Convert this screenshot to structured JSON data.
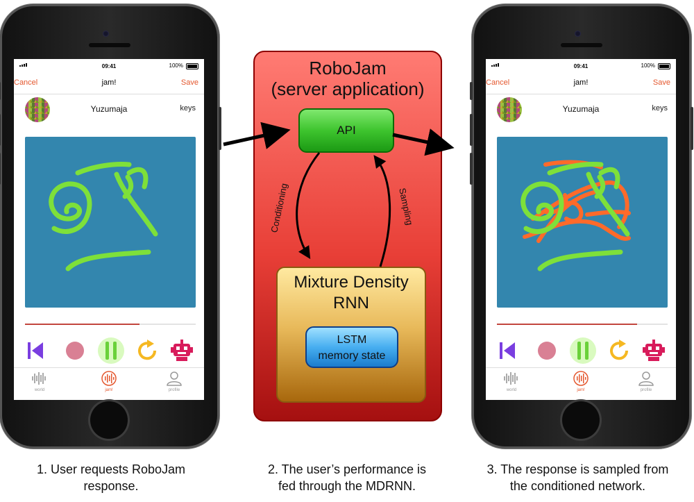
{
  "server": {
    "title_line1": "RoboJam",
    "title_line2": "(server application)",
    "api_label": "API",
    "mdrnn_line1": "Mixture Density",
    "mdrnn_line2": "RNN",
    "lstm_line1": "LSTM",
    "lstm_line2": "memory state",
    "conditioning_label": "Conditioning",
    "sampling_label": "Sampling"
  },
  "phone_left": {
    "time": "09:41",
    "battery": "100%",
    "cancel": "Cancel",
    "title": "jam!",
    "save": "Save",
    "username": "Yuzumaja",
    "instrument": "keys",
    "progress": 0.67,
    "tabs": [
      "world",
      "jam!",
      "profile"
    ]
  },
  "phone_right": {
    "time": "09:41",
    "battery": "100%",
    "cancel": "Cancel",
    "title": "jam!",
    "save": "Save",
    "username": "Yuzumaja",
    "instrument": "keys",
    "progress": 0.82,
    "tabs": [
      "world",
      "jam!",
      "profile"
    ]
  },
  "captions": {
    "step1_line1": "1. User requests RoboJam",
    "step1_line2": "response.",
    "step2_line1": "2. The user’s performance is",
    "step2_line2": "fed through the MDRNN.",
    "step3_line1": "3. The response is sampled from",
    "step3_line2": "the conditioned network."
  },
  "colors": {
    "accent": "#e4572e",
    "canvas_bg": "#3386ae",
    "user_stroke": "#7ee03a",
    "response_stroke": "#ff6a2a",
    "progress": "#c2453d"
  },
  "icons": [
    "skip-back-icon",
    "record-icon",
    "pause-icon",
    "replay-icon",
    "robot-icon",
    "world-wave-icon",
    "jam-icon",
    "profile-icon"
  ]
}
